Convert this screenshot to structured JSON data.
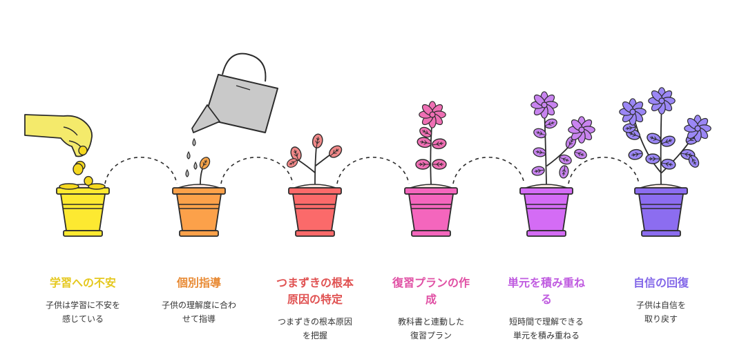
{
  "steps": [
    {
      "title_lines": [
        "学習への不安"
      ],
      "desc_lines": [
        "子供は学習に不安を",
        "感じている"
      ],
      "color": "#e5c81f",
      "pot_color": "#fde931",
      "icon": "hand-dropping-coins-icon"
    },
    {
      "title_lines": [
        "個別指導"
      ],
      "desc_lines": [
        "子供の理解度に合わ",
        "せて指導"
      ],
      "color": "#e88a34",
      "pot_color": "#fca14a",
      "icon": "watering-can-sprout-icon"
    },
    {
      "title_lines": [
        "つまずきの根本",
        "原因の特定"
      ],
      "desc_lines": [
        "つまずきの根本原因",
        "を把握"
      ],
      "color": "#e05252",
      "pot_color": "#fb6a6a",
      "icon": "seedling-icon"
    },
    {
      "title_lines": [
        "復習プランの作",
        "成"
      ],
      "desc_lines": [
        "教科書と連動した",
        "復習プラン"
      ],
      "color": "#e050a4",
      "pot_color": "#f466bd",
      "icon": "flowering-plant-icon"
    },
    {
      "title_lines": [
        "単元を積み重ね",
        "る"
      ],
      "desc_lines": [
        "短時間で理解できる",
        "単元を積み重ねる"
      ],
      "color": "#c05ce0",
      "pot_color": "#d46cf5",
      "icon": "growing-flowers-icon"
    },
    {
      "title_lines": [
        "自信の回復"
      ],
      "desc_lines": [
        "子供は自信を",
        "取り戻す"
      ],
      "color": "#8266e8",
      "pot_color": "#8c6df0",
      "icon": "full-bloom-plant-icon"
    }
  ],
  "colors": {
    "outline": "#2b2b2b",
    "hand": "#f4ea6b",
    "coin": "#f5d820",
    "watering_can": "#c9c9c9",
    "water_drop": "#b8b8b8",
    "leaf_orange": "#f6a44a",
    "leaf_red": "#f08888",
    "leaf_pink": "#ef6fb4",
    "leaf_violet": "#c884ef",
    "leaf_purple": "#9b87f5",
    "soil": "#fbe9e4"
  }
}
